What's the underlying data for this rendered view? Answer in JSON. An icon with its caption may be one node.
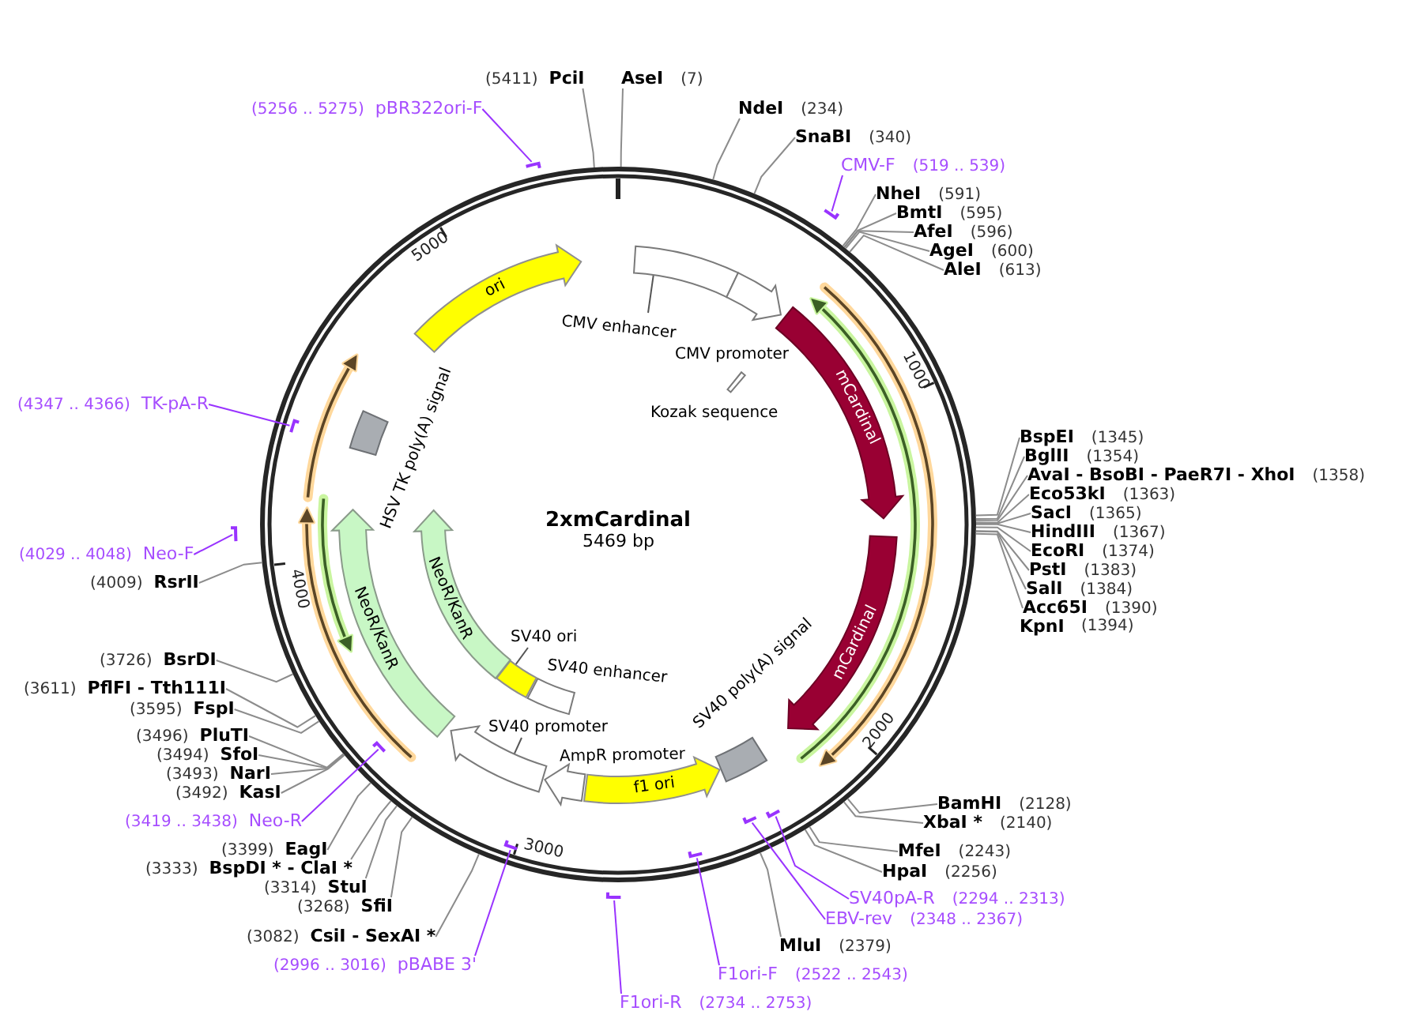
{
  "diagram": {
    "title": "2xmCardinal",
    "nodes": [
      {
        "text": [
          "pBR322ori-F"
        ],
        "beside": [
          "(5256 .. 5275)"
        ]
      },
      {
        "text": [
          "PciI"
        ],
        "beside": [
          "(5411)"
        ]
      },
      {
        "text": [
          "AseI"
        ],
        "beside": [
          "(7)"
        ]
      },
      {
        "text": [
          "NdeI"
        ],
        "beside": [
          "(234)"
        ]
      },
      {
        "text": [
          "SnaBI"
        ],
        "beside": [
          "(340)"
        ]
      },
      {
        "text": [
          "CMV-F"
        ],
        "beside": [
          "(519 .. 539)"
        ]
      },
      {
        "text": [
          "NheI"
        ],
        "beside": [
          "(591)"
        ]
      },
      {
        "text": [
          "BmtI"
        ],
        "beside": [
          "(595)"
        ]
      },
      {
        "text": [
          "AfeI"
        ],
        "beside": [
          "(596)"
        ]
      },
      {
        "text": [
          "AgeI"
        ],
        "beside": [
          "(600)"
        ]
      },
      {
        "text": [
          "AleI"
        ],
        "beside": [
          "(613)"
        ]
      },
      {
        "text": [
          "BspEI"
        ],
        "beside": [
          "(1345)"
        ]
      },
      {
        "text": [
          "BglII"
        ],
        "beside": [
          "(1354)"
        ]
      },
      {
        "text": [
          "AvaI - BsoBI - PaeR7I - XhoI"
        ],
        "beside": [
          "(1358)"
        ]
      },
      {
        "text": [
          "Eco53kI"
        ],
        "beside": [
          "(1363)"
        ]
      },
      {
        "text": [
          "SacI"
        ],
        "beside": [
          "(1365)"
        ]
      },
      {
        "text": [
          "HindIII"
        ],
        "beside": [
          "(1367)"
        ]
      },
      {
        "text": [
          "EcoRI"
        ],
        "beside": [
          "(1374)"
        ]
      },
      {
        "text": [
          "PstI"
        ],
        "beside": [
          "(1383)"
        ]
      },
      {
        "text": [
          "SalI"
        ],
        "beside": [
          "(1384)"
        ]
      },
      {
        "text": [
          "Acc65I"
        ],
        "beside": [
          "(1390)"
        ]
      },
      {
        "text": [
          "BamHI"
        ],
        "beside": [
          "(2128)"
        ]
      },
      {
        "text": [
          "XbaI *"
        ],
        "beside": [
          "(2140)"
        ]
      },
      {
        "text": [
          "MfeI"
        ],
        "beside": [
          "(2243)"
        ]
      },
      {
        "text": [
          "HpaI"
        ],
        "beside": [
          "(2256)"
        ]
      },
      {
        "text": [
          "SV40pA-R"
        ],
        "beside": [
          "(2294 .. 2313)"
        ]
      },
      {
        "text": [
          "EBV-rev"
        ],
        "beside": [
          "(2348 .. 2367)"
        ]
      },
      {
        "text": [
          "MluI"
        ],
        "beside": [
          "(2379)"
        ]
      },
      {
        "text": [
          "F1ori-F"
        ],
        "beside": [
          "(2522 .. 2543)"
        ]
      },
      {
        "text": [
          "F1ori-R"
        ],
        "beside": [
          "(2734 .. 2753)"
        ]
      },
      {
        "text": [
          "pBABE 3'"
        ],
        "beside": [
          "(2996 .. 3016)"
        ]
      },
      {
        "text": [
          "CsiI - SexAI *"
        ],
        "beside": [
          "(3082)"
        ]
      },
      {
        "text": [
          "SfiI"
        ],
        "beside": [
          "(3268)"
        ]
      },
      {
        "text": [
          "StuI"
        ],
        "beside": [
          "(3314)"
        ]
      },
      {
        "text": [
          "BspDI * - ClaI *"
        ],
        "beside": [
          "(3333)"
        ]
      },
      {
        "text": [
          "EagI"
        ],
        "beside": [
          "(3399)"
        ]
      },
      {
        "text": [
          "Neo-R"
        ],
        "beside": [
          "(3419 .. 3438)"
        ]
      },
      {
        "text": [
          "KasI"
        ],
        "beside": [
          "(3492)"
        ]
      },
      {
        "text": [
          "NarI"
        ],
        "beside": [
          "(3493)"
        ]
      },
      {
        "text": [
          "SfoI"
        ],
        "beside": [
          "(3494)"
        ]
      },
      {
        "text": [
          "PluTI"
        ],
        "beside": [
          "(3496)"
        ]
      },
      {
        "text": [
          "FspI"
        ],
        "beside": [
          "(3595)"
        ]
      },
      {
        "text": [
          "PflFI - Tth111I"
        ],
        "beside": [
          "(3611)"
        ]
      },
      {
        "text": [
          "BsrDI"
        ],
        "beside": [
          "(3726)"
        ]
      },
      {
        "text": [
          "RsrII"
        ],
        "beside": [
          "(4009)"
        ]
      },
      {
        "text": [
          "Neo-F"
        ],
        "beside": [
          "(4029 .. 4048)"
        ]
      },
      {
        "text": [
          "TK-pA-R"
        ],
        "beside": [
          "(4347 .. 4366)"
        ]
      },
      {
        "text": [
          "ori"
        ]
      },
      {
        "text": [
          "CMV enhancer"
        ]
      },
      {
        "text": [],
        "shape": "box"
      },
      {
        "text": [
          "CMV promoter"
        ]
      },
      {
        "text": [
          "Kozak sequence"
        ]
      },
      {
        "text": [
          "mCardinal"
        ]
      },
      {
        "text": [
          "mCardinal"
        ]
      },
      {
        "text": [
          "SV40 poly(A) signal"
        ]
      },
      {
        "text": [
          "f1 ori"
        ]
      },
      {
        "text": [
          "AmpR promoter"
        ]
      },
      {
        "text": [
          "SV40 promoter"
        ]
      },
      {
        "text": [],
        "shape": "arrow"
      },
      {
        "text": [
          "SV40 ori"
        ]
      },
      {
        "text": [],
        "shape": "box"
      },
      {
        "text": [
          "SV40 enhancer"
        ]
      },
      {
        "text": [
          "NeoR/KanR"
        ]
      },
      {
        "text": [
          "NeoR/KanR"
        ]
      },
      {
        "text": [
          "HSV TK poly(A) signal"
        ]
      },
      {
        "text": [],
        "shape": "bar"
      },
      {
        "text": [],
        "shape": "bar"
      },
      {
        "text": [],
        "shape": "bar"
      },
      {
        "text": [],
        "shape": "bar"
      },
      {
        "text": [],
        "shape": "bar"
      },
      {
        "text": [],
        "shape": "bar"
      },
      {
        "text": [],
        "shape": "bar"
      },
      {
        "text": [],
        "shape": "bar"
      },
      {
        "text": [],
        "shape": "bar"
      },
      {
        "text": [],
        "shape": "bar"
      }
    ],
    "edges": [
      {
        "from": 0,
        "to": 65,
        "arrow": "none",
        "color": "#9933ff"
      },
      {
        "from": 1,
        "to": null,
        "arrow": "none"
      },
      {
        "from": 2,
        "to": null,
        "arrow": "none"
      },
      {
        "from": 3,
        "to": null,
        "arrow": "none"
      },
      {
        "from": 4,
        "to": null,
        "arrow": "none"
      },
      {
        "from": 5,
        "to": 66,
        "arrow": "none",
        "color": "#9933ff"
      },
      {
        "from": 6,
        "to": null,
        "arrow": "none"
      },
      {
        "from": 7,
        "to": null,
        "arrow": "none"
      },
      {
        "from": 8,
        "to": null,
        "arrow": "none"
      },
      {
        "from": 9,
        "to": null,
        "arrow": "none"
      },
      {
        "from": 10,
        "to": null,
        "arrow": "none"
      },
      {
        "from": 11,
        "to": null,
        "arrow": "none"
      },
      {
        "from": 12,
        "to": null,
        "arrow": "none"
      },
      {
        "from": 13,
        "to": null,
        "arrow": "none"
      },
      {
        "from": 14,
        "to": null,
        "arrow": "none"
      },
      {
        "from": 15,
        "to": null,
        "arrow": "none"
      },
      {
        "from": 16,
        "to": null,
        "arrow": "none"
      },
      {
        "from": 17,
        "to": null,
        "arrow": "none"
      },
      {
        "from": 18,
        "to": null,
        "arrow": "none"
      },
      {
        "from": 19,
        "to": null,
        "arrow": "none"
      },
      {
        "from": 20,
        "to": null,
        "arrow": "none"
      },
      {
        "from": 21,
        "to": null,
        "arrow": "none"
      },
      {
        "from": 22,
        "to": null,
        "arrow": "none"
      },
      {
        "from": 23,
        "to": null,
        "arrow": "none"
      },
      {
        "from": 24,
        "to": null,
        "arrow": "none"
      },
      {
        "from": 25,
        "to": 67,
        "arrow": "none",
        "color": "#9933ff"
      },
      {
        "from": 26,
        "to": 68,
        "arrow": "none",
        "color": "#9933ff"
      },
      {
        "from": 27,
        "to": null,
        "arrow": "none"
      },
      {
        "from": 28,
        "to": 69,
        "arrow": "none",
        "color": "#9933ff"
      },
      {
        "from": 29,
        "to": 70,
        "arrow": "none",
        "color": "#9933ff"
      },
      {
        "from": 30,
        "to": 71,
        "arrow": "none",
        "color": "#9933ff"
      },
      {
        "from": 31,
        "to": null,
        "arrow": "none"
      },
      {
        "from": 32,
        "to": null,
        "arrow": "none"
      },
      {
        "from": 33,
        "to": null,
        "arrow": "none"
      },
      {
        "from": 34,
        "to": null,
        "arrow": "none"
      },
      {
        "from": 35,
        "to": null,
        "arrow": "none"
      },
      {
        "from": 36,
        "to": 72,
        "arrow": "none",
        "color": "#9933ff"
      },
      {
        "from": 37,
        "to": null,
        "arrow": "none"
      },
      {
        "from": 38,
        "to": null,
        "arrow": "none"
      },
      {
        "from": 39,
        "to": null,
        "arrow": "none"
      },
      {
        "from": 40,
        "to": null,
        "arrow": "none"
      },
      {
        "from": 41,
        "to": null,
        "arrow": "none"
      },
      {
        "from": 42,
        "to": null,
        "arrow": "none"
      },
      {
        "from": 43,
        "to": null,
        "arrow": "none"
      },
      {
        "from": 44,
        "to": null,
        "arrow": "none"
      },
      {
        "from": 45,
        "to": 73,
        "arrow": "none",
        "color": "#9933ff"
      },
      {
        "from": 46,
        "to": 74,
        "arrow": "none",
        "color": "#9933ff"
      },
      {
        "from": 48,
        "to": 49,
        "arrow": "none",
        "color": "#555555"
      },
      {
        "from": 57,
        "to": 58,
        "arrow": "none",
        "color": "#555555"
      },
      {
        "from": 59,
        "to": 60,
        "arrow": "none",
        "color": "#555555"
      }
    ],
    "labels": [
      "5469 bp",
      "1000",
      "2000",
      "3000",
      "4000",
      "5000",
      "KpnI",
      "(1394)"
    ]
  }
}
